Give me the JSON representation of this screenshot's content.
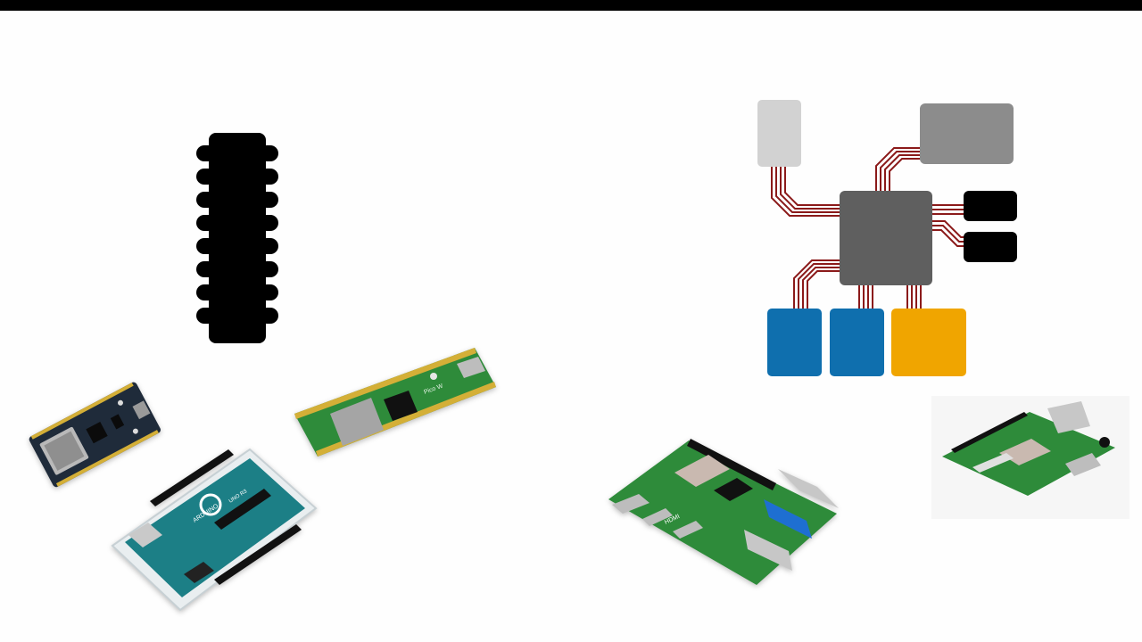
{
  "colors": {
    "background": "#fefefe",
    "top_bar": "#000000",
    "chip_body": "#000000",
    "trace": "#8b1a1a",
    "soc_block": "#5f5f5f",
    "peripheral_light": "#d2d2d2",
    "peripheral_mid": "#8c8c8c",
    "peripheral_dark": "#000000",
    "peripheral_blue": "#0f6fae",
    "peripheral_orange": "#f0a500",
    "pcb_green": "#2e8b3a",
    "pcb_dark": "#1f2b3a",
    "arduino_teal": "#1c7f86"
  },
  "icons": {
    "microcontroller": "dip-chip-icon",
    "soc_diagram": "system-on-chip-diagram-icon",
    "esp32": "esp32-devkit-board-icon",
    "arduino": "arduino-uno-board-icon",
    "pico": "raspberry-pi-pico-board-icon",
    "rpi4": "raspberry-pi-4-board-icon",
    "rpi3a": "raspberry-pi-3a-board-icon"
  },
  "board_labels": {
    "arduino_logo": "ARDUINO",
    "arduino_model": "UNO R3",
    "rpi4_hdmi": "HDMI",
    "pico_label": "Pico W"
  }
}
